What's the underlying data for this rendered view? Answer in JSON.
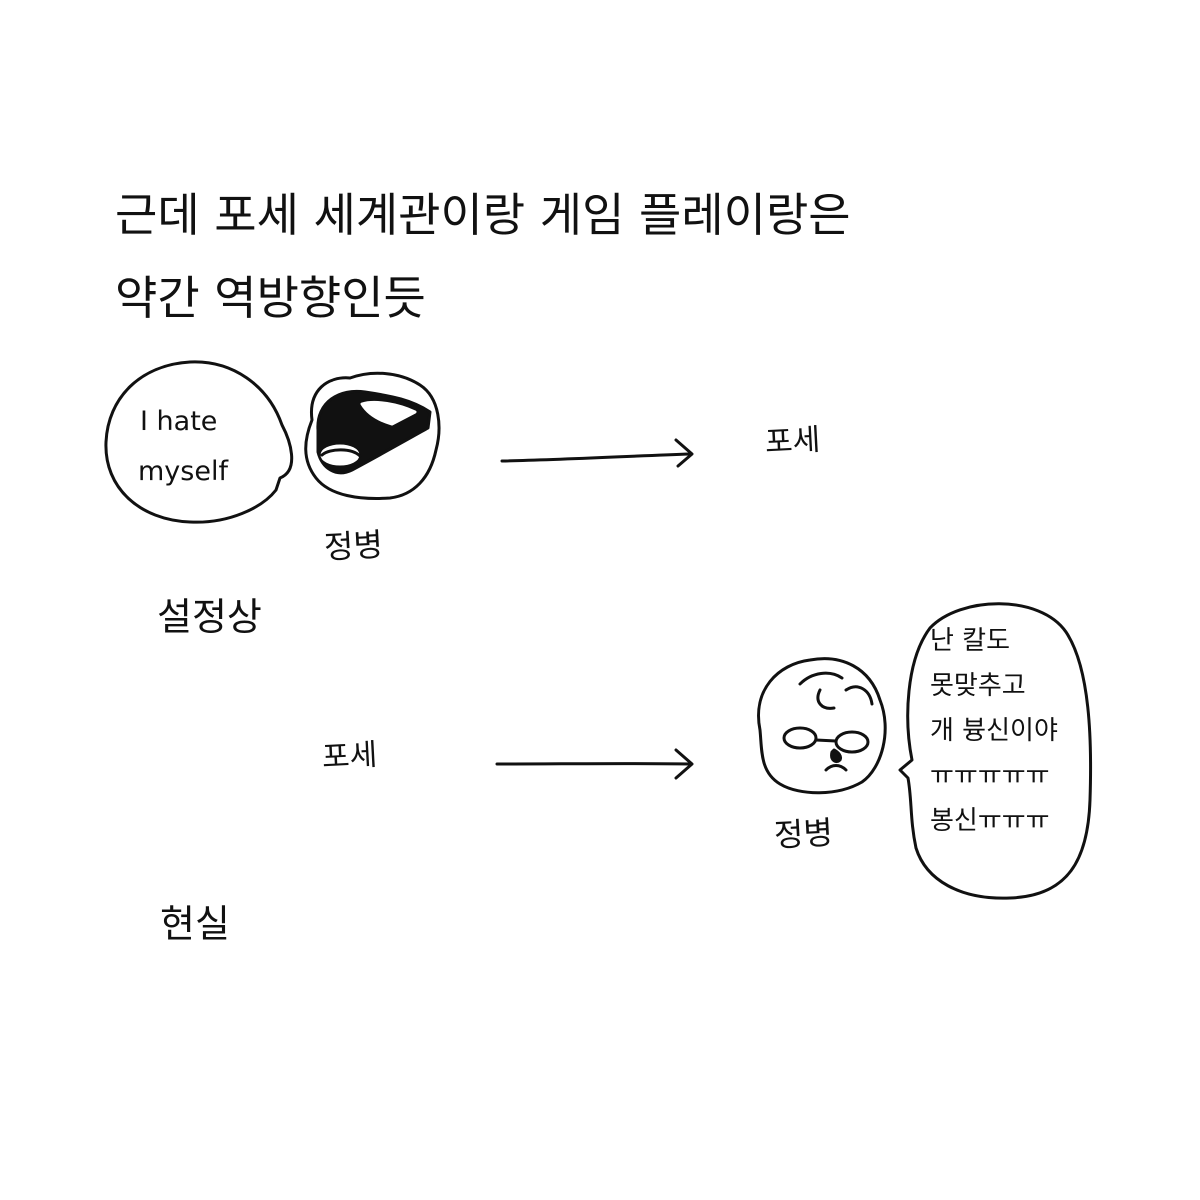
{
  "captions": {
    "line1": "근데 포세 세계관이랑 게임 플레이랑은",
    "line2": "약간 역방향인듯"
  },
  "panel_setting": {
    "speech": {
      "line1": "I hate",
      "line2": "myself"
    },
    "character_name": "정병",
    "arrow_target": "포세",
    "label": "설정상"
  },
  "panel_reality": {
    "arrow_source": "포세",
    "character_name": "정병",
    "speech_lines": [
      "난 칼도",
      "못맞추고",
      "개 븅신이야",
      "ㅠㅠㅠㅠㅠ",
      "봉신ㅠㅠㅠ"
    ],
    "label": "현실"
  }
}
